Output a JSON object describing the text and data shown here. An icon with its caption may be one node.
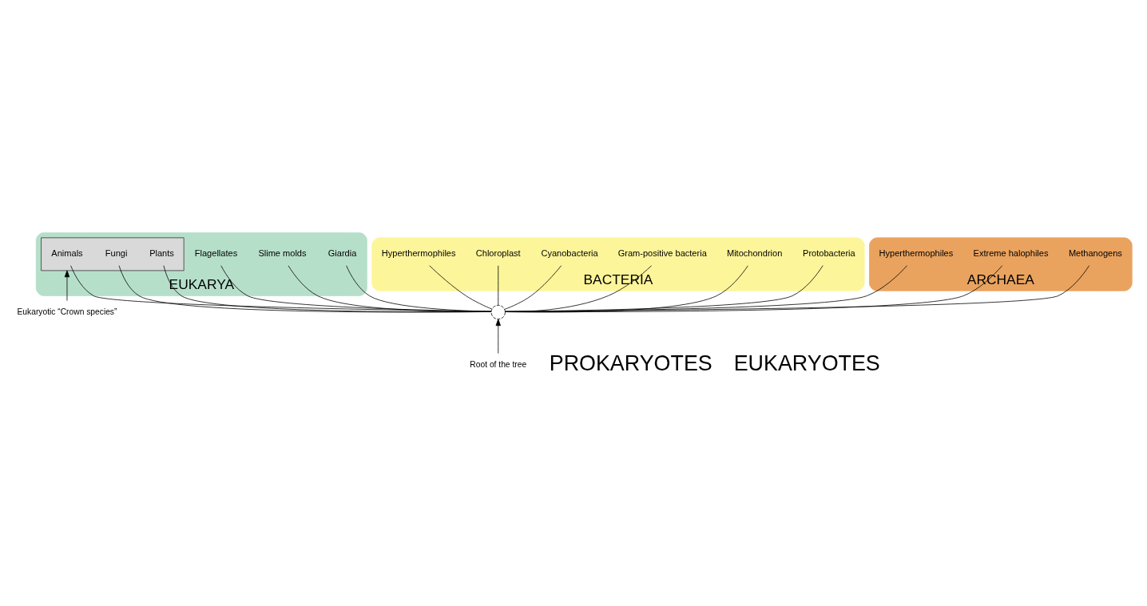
{
  "diagram": {
    "nodes": [
      {
        "text": [
          "BACTERIA"
        ]
      },
      {
        "text": [
          "Protobacteria"
        ],
        "in": 0
      },
      {
        "text": [
          "Mitochondrion"
        ],
        "in": 0
      },
      {
        "text": [
          "Gram-positive bacteria"
        ],
        "in": 0
      },
      {
        "text": [
          "Cyanobacteria"
        ],
        "in": 0
      },
      {
        "text": [
          "Chloroplast"
        ],
        "in": 0
      },
      {
        "text": [
          "Hyperthermophiles"
        ],
        "in": 0
      },
      {
        "text": [
          "ARCHAEA"
        ]
      },
      {
        "text": [
          "Methanogens"
        ],
        "in": 7
      },
      {
        "text": [
          "Extreme halophiles"
        ],
        "in": 7
      },
      {
        "text": [
          "Hyperthermophiles"
        ],
        "in": 7
      },
      {
        "text": [
          "EUKARYA"
        ]
      },
      {
        "text": [
          "Slime molds"
        ],
        "in": 11
      },
      {
        "text": [
          "Flagellates"
        ],
        "in": 11
      },
      {
        "text": [
          "Giardia"
        ],
        "in": 11
      },
      {
        "text": [],
        "shape": "box",
        "in": 11
      },
      {
        "text": [
          "Animals"
        ],
        "in": 15
      },
      {
        "text": [
          "Fungi"
        ],
        "in": 15
      },
      {
        "text": [
          "Plants"
        ],
        "in": 15
      },
      {
        "text": [],
        "shape": "circle"
      },
      {
        "text": [
          "Root of the tree"
        ]
      },
      {
        "text": [
          "Eukaryotic “Crown species”"
        ]
      }
    ],
    "edges": [
      {
        "from": 19,
        "to": 1,
        "arrow": "none"
      },
      {
        "from": 19,
        "to": 2,
        "arrow": "none"
      },
      {
        "from": 19,
        "to": 3,
        "arrow": "none"
      },
      {
        "from": 19,
        "to": 4,
        "arrow": "none"
      },
      {
        "from": 19,
        "to": 5,
        "arrow": "none"
      },
      {
        "from": 19,
        "to": 6,
        "arrow": "none"
      },
      {
        "from": 19,
        "to": 8,
        "arrow": "none"
      },
      {
        "from": 19,
        "to": 9,
        "arrow": "none"
      },
      {
        "from": 19,
        "to": 10,
        "arrow": "none"
      },
      {
        "from": 19,
        "to": 12,
        "arrow": "none"
      },
      {
        "from": 19,
        "to": 13,
        "arrow": "none"
      },
      {
        "from": 19,
        "to": 14,
        "arrow": "none"
      },
      {
        "from": 19,
        "to": 16,
        "arrow": "none"
      },
      {
        "from": 19,
        "to": 17,
        "arrow": "none"
      },
      {
        "from": 19,
        "to": 18,
        "arrow": "none"
      },
      {
        "from": 20,
        "to": 19,
        "arrow": "to"
      },
      {
        "from": 21,
        "to": 15,
        "arrow": "to"
      }
    ],
    "labels": [
      "PROKARYOTES",
      "EUKARYOTES"
    ]
  }
}
